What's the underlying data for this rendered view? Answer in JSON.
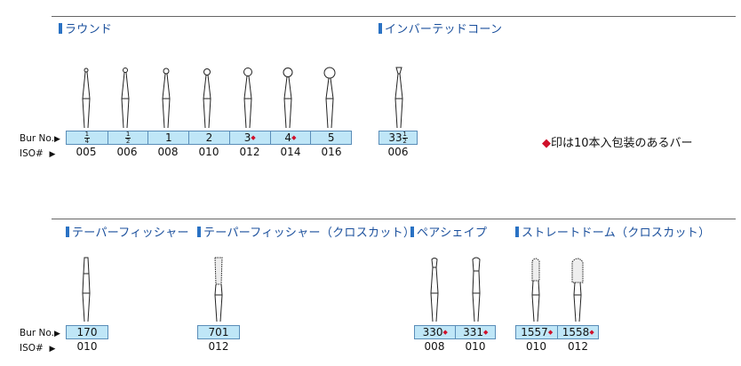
{
  "sections": {
    "round": "ラウンド",
    "inverted_cone": "インバーテッドコーン",
    "taper_fissure": "テーパーフィッシャー",
    "taper_fissure_cross": "テーパーフィッシャー（クロスカット）",
    "pear": "ペアシェイプ",
    "straight_dome": "ストレートドーム（クロスカット）"
  },
  "labels": {
    "bur_no": "Bur No.",
    "iso": "ISO#",
    "marker": "▶",
    "red_mark": "◆"
  },
  "note": {
    "mark": "◆",
    "text": "印は10本入包装のあるバー"
  },
  "round": [
    {
      "bur_no": "1/4",
      "frac": [
        "1",
        "4"
      ],
      "iso": "005",
      "pack10": false
    },
    {
      "bur_no": "1/2",
      "frac": [
        "1",
        "2"
      ],
      "iso": "006",
      "pack10": false
    },
    {
      "bur_no": "1",
      "iso": "008",
      "pack10": false
    },
    {
      "bur_no": "2",
      "iso": "010",
      "pack10": false
    },
    {
      "bur_no": "3",
      "iso": "012",
      "pack10": true
    },
    {
      "bur_no": "4",
      "iso": "014",
      "pack10": true
    },
    {
      "bur_no": "5",
      "iso": "016",
      "pack10": false
    }
  ],
  "inverted_cone": [
    {
      "bur_no_main": "33",
      "frac": [
        "1",
        "2"
      ],
      "iso": "006"
    }
  ],
  "taper_fissure": [
    {
      "bur_no": "170",
      "iso": "010"
    }
  ],
  "taper_fissure_cross": [
    {
      "bur_no": "701",
      "iso": "012"
    }
  ],
  "pear": [
    {
      "bur_no": "330",
      "iso": "008",
      "pack10": true
    },
    {
      "bur_no": "331",
      "iso": "010",
      "pack10": true
    }
  ],
  "straight_dome": [
    {
      "bur_no": "1557",
      "iso": "010",
      "pack10": true
    },
    {
      "bur_no": "1558",
      "iso": "012",
      "pack10": true
    }
  ]
}
